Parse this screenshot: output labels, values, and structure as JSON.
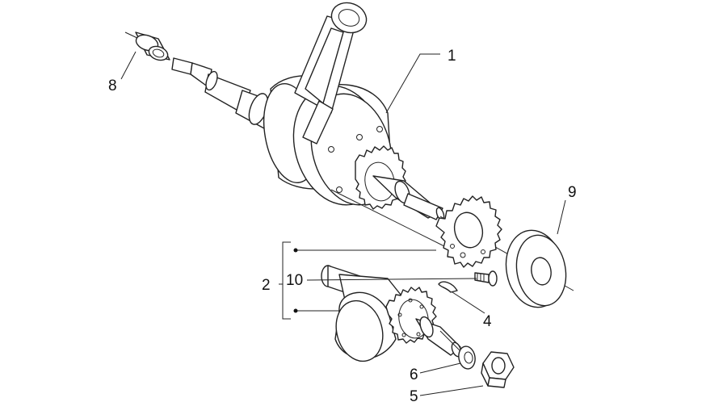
{
  "callouts": {
    "c1": "1",
    "c2": "2",
    "c4": "4",
    "c5": "5",
    "c6": "6",
    "c8": "8",
    "c9": "9",
    "c10": "10"
  }
}
